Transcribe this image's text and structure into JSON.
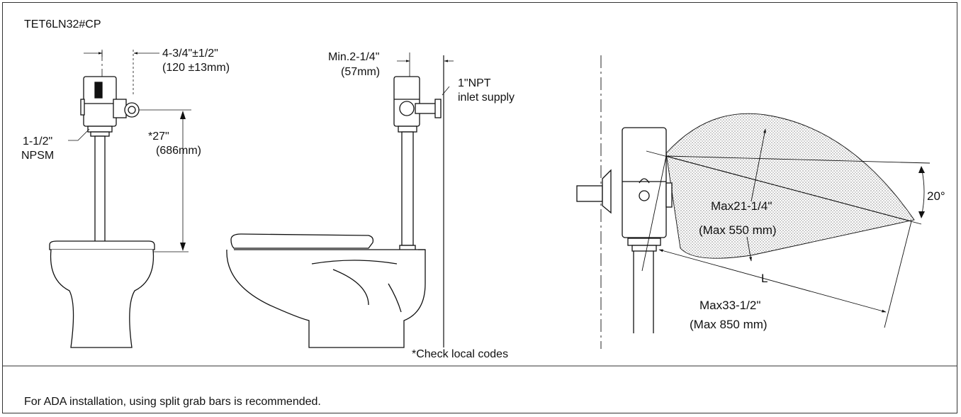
{
  "model": "TET6LN32#CP",
  "front_view": {
    "offset_dim": "4-3/4\"±1/2\"",
    "offset_dim_mm": "(120 ±13mm)",
    "thread_label_1": "1-1/2\"",
    "thread_label_2": "NPSM",
    "height_dim": "*27\"",
    "height_dim_mm": "(686mm)"
  },
  "side_view": {
    "wall_gap_dim": "Min.2-1/4\"",
    "wall_gap_dim_mm": "(57mm)",
    "inlet_label_1": "1\"NPT",
    "inlet_label_2": "inlet supply"
  },
  "sensor_view": {
    "range_dim": "Max21-1/4\"",
    "range_dim_mm": "(Max 550 mm)",
    "distance_symbol": "L",
    "distance_dim": "Max33-1/2\"",
    "distance_dim_mm": "(Max 850 mm)",
    "angle": "20°"
  },
  "footnote": "*Check local codes",
  "ada_note": "For ADA installation, using split grab bars is recommended."
}
